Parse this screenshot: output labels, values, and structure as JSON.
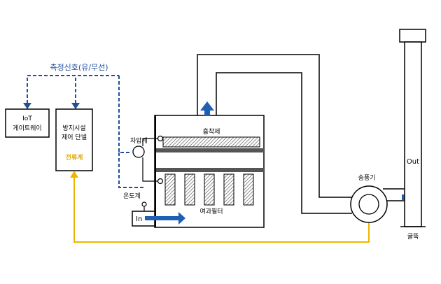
{
  "labels": {
    "signal": "측정신호(유/무선)",
    "iot_line1": "IoT",
    "iot_line2": "게이트웨이",
    "panel_line1": "방지시설",
    "panel_line2": "제어 단넬",
    "current_meter": "전류계",
    "pressure_gauge": "차압계",
    "thermometer": "온도계",
    "inlet": "In",
    "adsorbent": "흡착제",
    "bag_filter": "여과필터",
    "blower": "송풍기",
    "outlet": "Out",
    "stack": "굴뚝"
  },
  "colors": {
    "outline": "#000000",
    "signal_line": "#1f4e9c",
    "current_line": "#f0b400",
    "flow_arrow": "#1f5fb4",
    "current_text": "#e0a800",
    "separator": "#555555",
    "hatch": "#7a7a7a"
  },
  "icons": [
    "flow-arrow-icon",
    "pressure-gauge-icon",
    "thermometer-icon",
    "blower-icon"
  ]
}
